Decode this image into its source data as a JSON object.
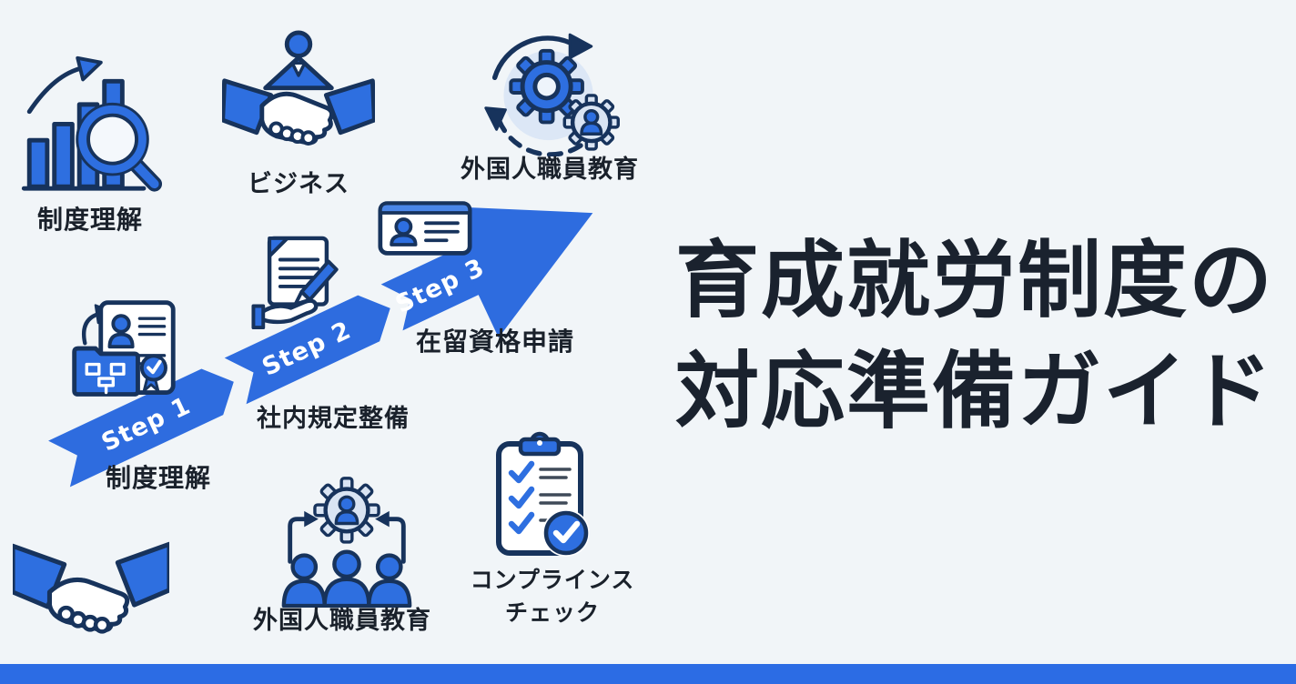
{
  "colors": {
    "background": "#f1f5f8",
    "accent_blue": "#2e6fe0",
    "light_blue": "#d9e4f3",
    "outline_navy": "#17335c",
    "text_dark": "#1a212b",
    "title_dark": "#1a222e",
    "footer_blue": "#2c6ce4"
  },
  "title": {
    "line1": "育成就労制度の",
    "line2": "対応準備ガイド"
  },
  "top_row": [
    {
      "icon": "bar-chart-magnifier-icon",
      "label": "制度理解"
    },
    {
      "icon": "businessman-handshake-icon",
      "label": "ビジネス"
    },
    {
      "icon": "gears-sync-icon",
      "label": "外国人職員教育"
    }
  ],
  "steps": {
    "items": [
      {
        "badge": "Step 1",
        "caption": "制度理解"
      },
      {
        "badge": "Step 2",
        "caption": "社内規定整備"
      },
      {
        "badge": "Step 3",
        "caption": "在留資格申請"
      }
    ]
  },
  "bottom_row": [
    {
      "icon": "handshake-icon",
      "label": ""
    },
    {
      "icon": "team-gear-icon",
      "label": "外国人職員教育"
    },
    {
      "icon": "clipboard-check-icon",
      "label_line1": "コンプラインス",
      "label_line2": "チェック"
    }
  ]
}
